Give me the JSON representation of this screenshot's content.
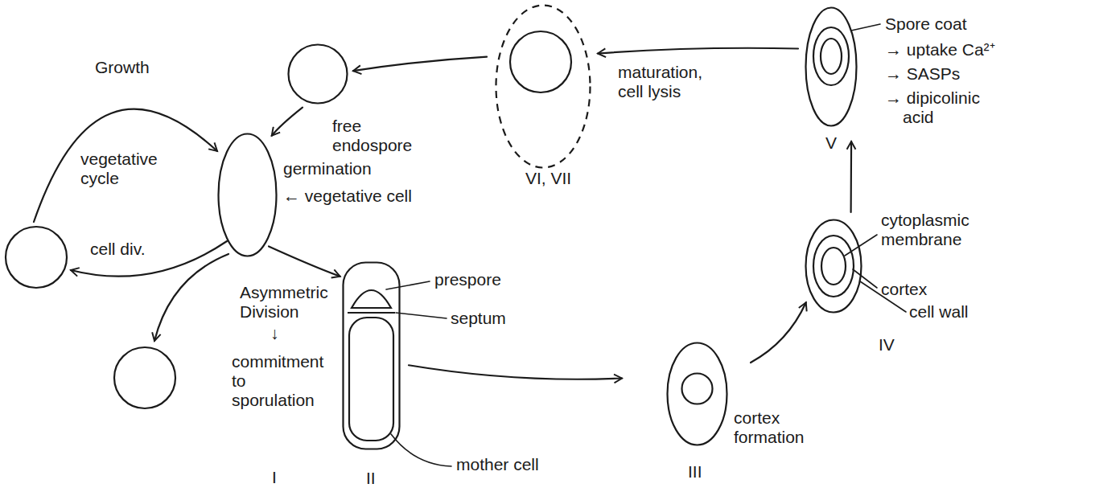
{
  "diagram": {
    "nodes": [
      {
        "text": [
          "free endospore"
        ]
      },
      {
        "text": [
          "← vegetative cell"
        ]
      },
      {
        "text": [
          "II"
        ]
      },
      {
        "text": [
          "III"
        ]
      },
      {
        "text": [
          "IV"
        ]
      },
      {
        "text": [
          "V"
        ]
      },
      {
        "text": [
          "VI, VII"
        ]
      }
    ],
    "edges": [
      {
        "from": 1,
        "to": 2,
        "arrow": "to"
      },
      {
        "from": 2,
        "to": 3,
        "arrow": "to"
      },
      {
        "from": 3,
        "to": 4,
        "label": "cortex formation",
        "arrow": "to"
      },
      {
        "from": 4,
        "to": 5,
        "arrow": "to"
      },
      {
        "from": 5,
        "to": 6,
        "label": "maturation, cell lysis",
        "arrow": "to"
      },
      {
        "from": 6,
        "to": 0,
        "arrow": "to"
      },
      {
        "from": 0,
        "to": 1,
        "arrow": "to"
      }
    ],
    "labels": [
      "Growth",
      "vegetative cycle",
      "cell div.",
      "germination",
      "Asymmetric Division",
      "↓",
      "commitment to sporulation",
      "I",
      "prespore",
      "septum",
      "mother cell",
      "Spore coat",
      "→ uptake Ca²⁺",
      "→ SASPs",
      "→ dipicolinic acid",
      "cytoplasmic membrane",
      "cortex",
      "cell wall"
    ]
  }
}
